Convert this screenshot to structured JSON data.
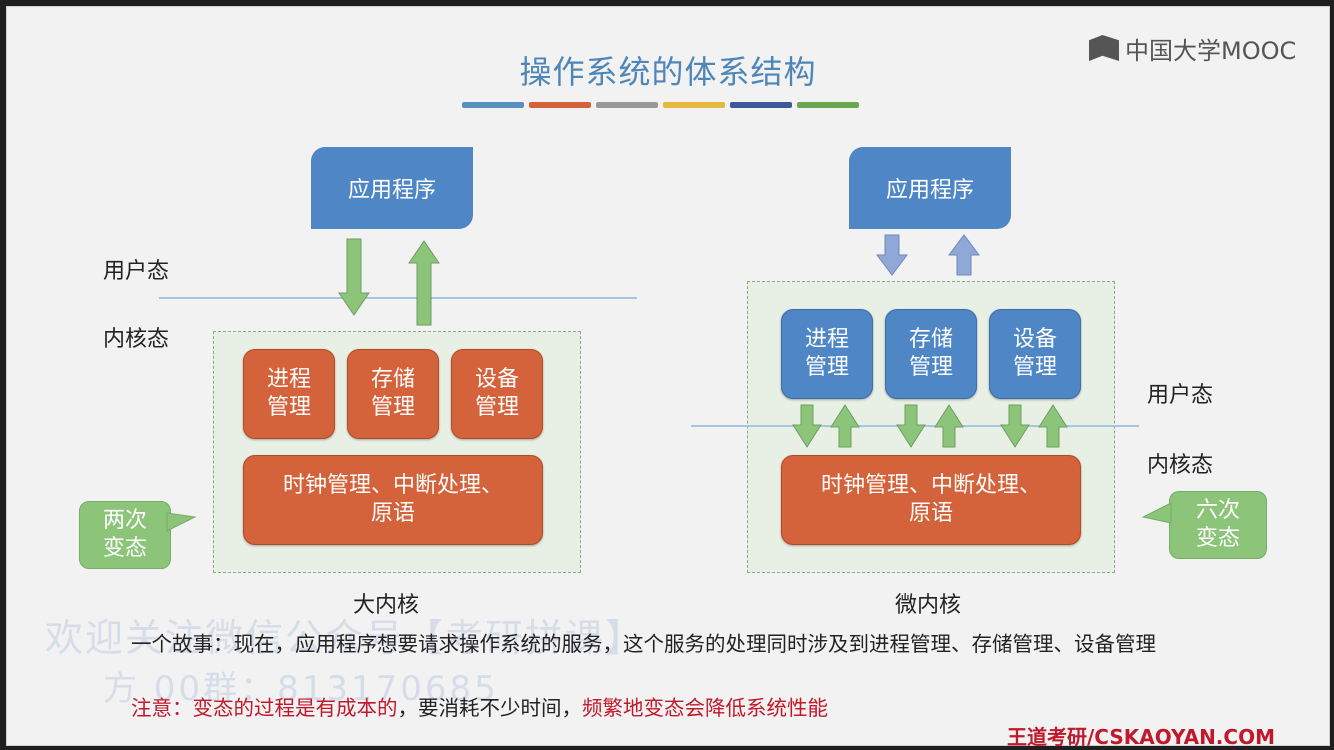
{
  "title": "操作系统的体系结构",
  "colors": {
    "title": "#4f86b8",
    "orange_module": "#d4623a",
    "blue_module": "#4f86c6",
    "arrow_green": "#8cc47a",
    "arrow_blue": "#8fa8d8",
    "bubble": "#8cc47a",
    "highlight": "#c0192b"
  },
  "color_bars": [
    "#5a8fc2",
    "#d4623a",
    "#999999",
    "#e8b83c",
    "#3d5a98",
    "#6aa84f"
  ],
  "logo": {
    "text": "中国大学MOOC",
    "icon": "book-icon"
  },
  "left": {
    "app": "应用程序",
    "user_mode": "用户态",
    "kernel_mode": "内核态",
    "modules": [
      "进程\n管理",
      "存储\n管理",
      "设备\n管理"
    ],
    "base": "时钟管理、中断处理、\n原语",
    "bubble": "两次\n变态",
    "caption": "大内核"
  },
  "right": {
    "app": "应用程序",
    "user_mode": "用户态",
    "kernel_mode": "内核态",
    "modules": [
      "进程\n管理",
      "存储\n管理",
      "设备\n管理"
    ],
    "base": "时钟管理、中断处理、\n原语",
    "bubble": "六次\n变态",
    "caption": "微内核"
  },
  "story": "一个故事：现在，应用程序想要请求操作系统的服务，这个服务的处理同时涉及到进程管理、存储管理、设备管理",
  "note": {
    "a": "注意：变态的过程是有成本的",
    "b": "，要消耗不少时间，",
    "c": "频繁地变态会降低系统性能"
  },
  "watermark": {
    "line1": "欢迎关注微信公众号【考研拼课】",
    "line2": "方          00群：813170685"
  },
  "footer": "王道考研/CSKAOYAN.COM"
}
